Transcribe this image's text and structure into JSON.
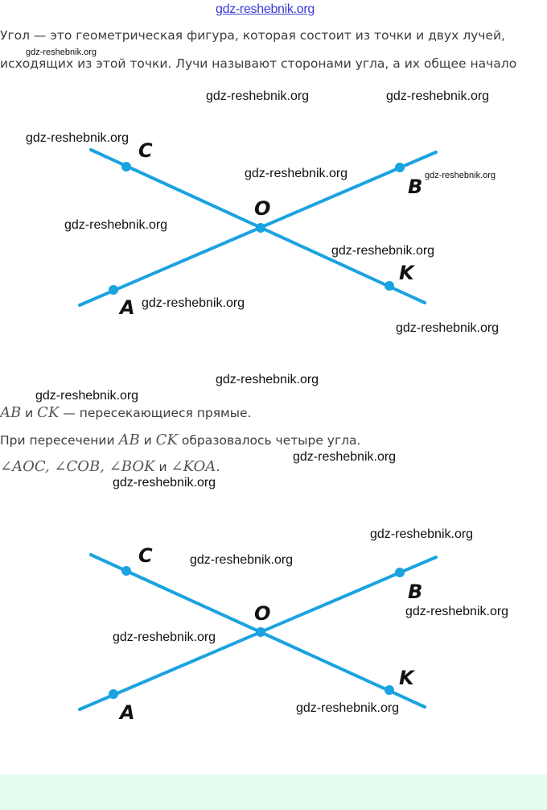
{
  "watermark": "gdz-reshebnik.org",
  "intro": {
    "line1": "Угол — это геометрическая фигура, которая состоит из точки и двух лучей,",
    "line2": "исходящих из этой точки. Лучи называют сторонами угла, а их общее начало"
  },
  "diagram": {
    "color": "#1aa3e0",
    "labels": {
      "C": "C",
      "B": "B",
      "O": "O",
      "K": "K",
      "A": "A"
    }
  },
  "statements": {
    "s1_ab": "AB",
    "s1_and": " и ",
    "s1_ck": "CK",
    "s1_rest": " — пересекающиеся прямые.",
    "s2_start": "При пересечении ",
    "s2_ab": "AB",
    "s2_and": " и ",
    "s2_ck": "CK",
    "s2_rest": " образовалось четыре угла.",
    "angles": "∠AOC,  ∠COB,  ∠BOK",
    "angles_and": " и ",
    "angle_last": "∠KOA."
  }
}
